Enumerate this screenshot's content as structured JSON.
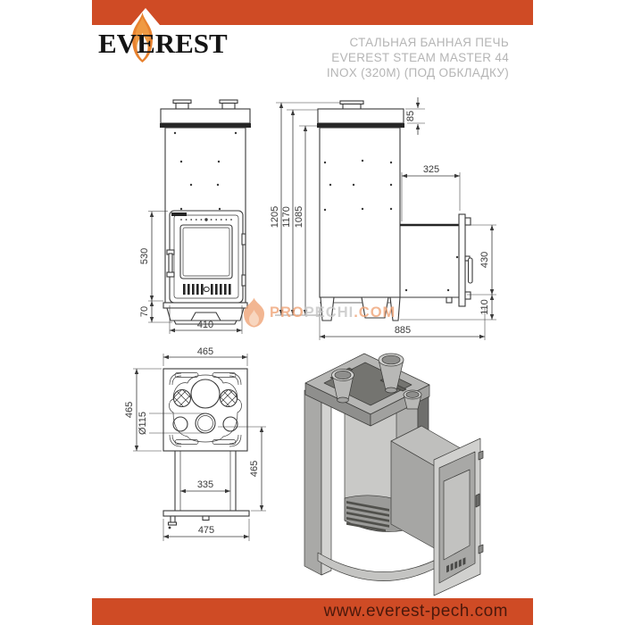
{
  "header": {
    "brand": "EVEREST",
    "title_line1": "СТАЛЬНАЯ БАННАЯ ПЕЧЬ",
    "title_line2": "EVEREST STEAM MASTER 44",
    "title_line3": "INOX (320М) (ПОД ОБКЛАДКУ)"
  },
  "dimensions": {
    "front": {
      "door_height": "530",
      "base_height": "70",
      "width": "410",
      "height_total": "1205",
      "height_cap": "1170",
      "height_body": "1085"
    },
    "side": {
      "collar_height": "85",
      "rear_offset": "325",
      "door_frame_height": "430",
      "bottom_clearance": "110",
      "depth_total": "885"
    },
    "top": {
      "body_width": "465",
      "body_depth": "465",
      "chimney_diameter": "Ø115",
      "tunnel_width": "335",
      "tunnel_length": "465",
      "front_plate_width": "475"
    }
  },
  "watermark": {
    "part1": "PRO",
    "part2": "PECHI",
    "part3": ".COM"
  },
  "footer": {
    "website": "www.everest-pech.com"
  },
  "colors": {
    "accent_orange": "#cf4b25",
    "flame_orange": "#e8822f",
    "line_color": "#3a3a3a",
    "title_gray": "#b5b5b5",
    "watermark_orange": "#f0a478",
    "watermark_gray": "#c6c6c6",
    "footer_text": "#4b190c"
  }
}
